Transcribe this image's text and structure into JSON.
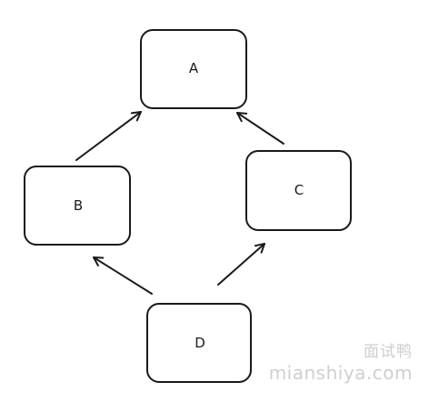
{
  "nodes": {
    "a": {
      "label": "A"
    },
    "b": {
      "label": "B"
    },
    "c": {
      "label": "C"
    },
    "d": {
      "label": "D"
    }
  },
  "edges": [
    {
      "from": "B",
      "to": "A"
    },
    {
      "from": "C",
      "to": "A"
    },
    {
      "from": "D",
      "to": "B"
    },
    {
      "from": "D",
      "to": "C"
    }
  ],
  "watermark": {
    "cn": "面试鸭",
    "en": "mianshiya.com"
  },
  "colors": {
    "stroke": "#1a1a1a",
    "watermark": "#cfcfcf"
  }
}
